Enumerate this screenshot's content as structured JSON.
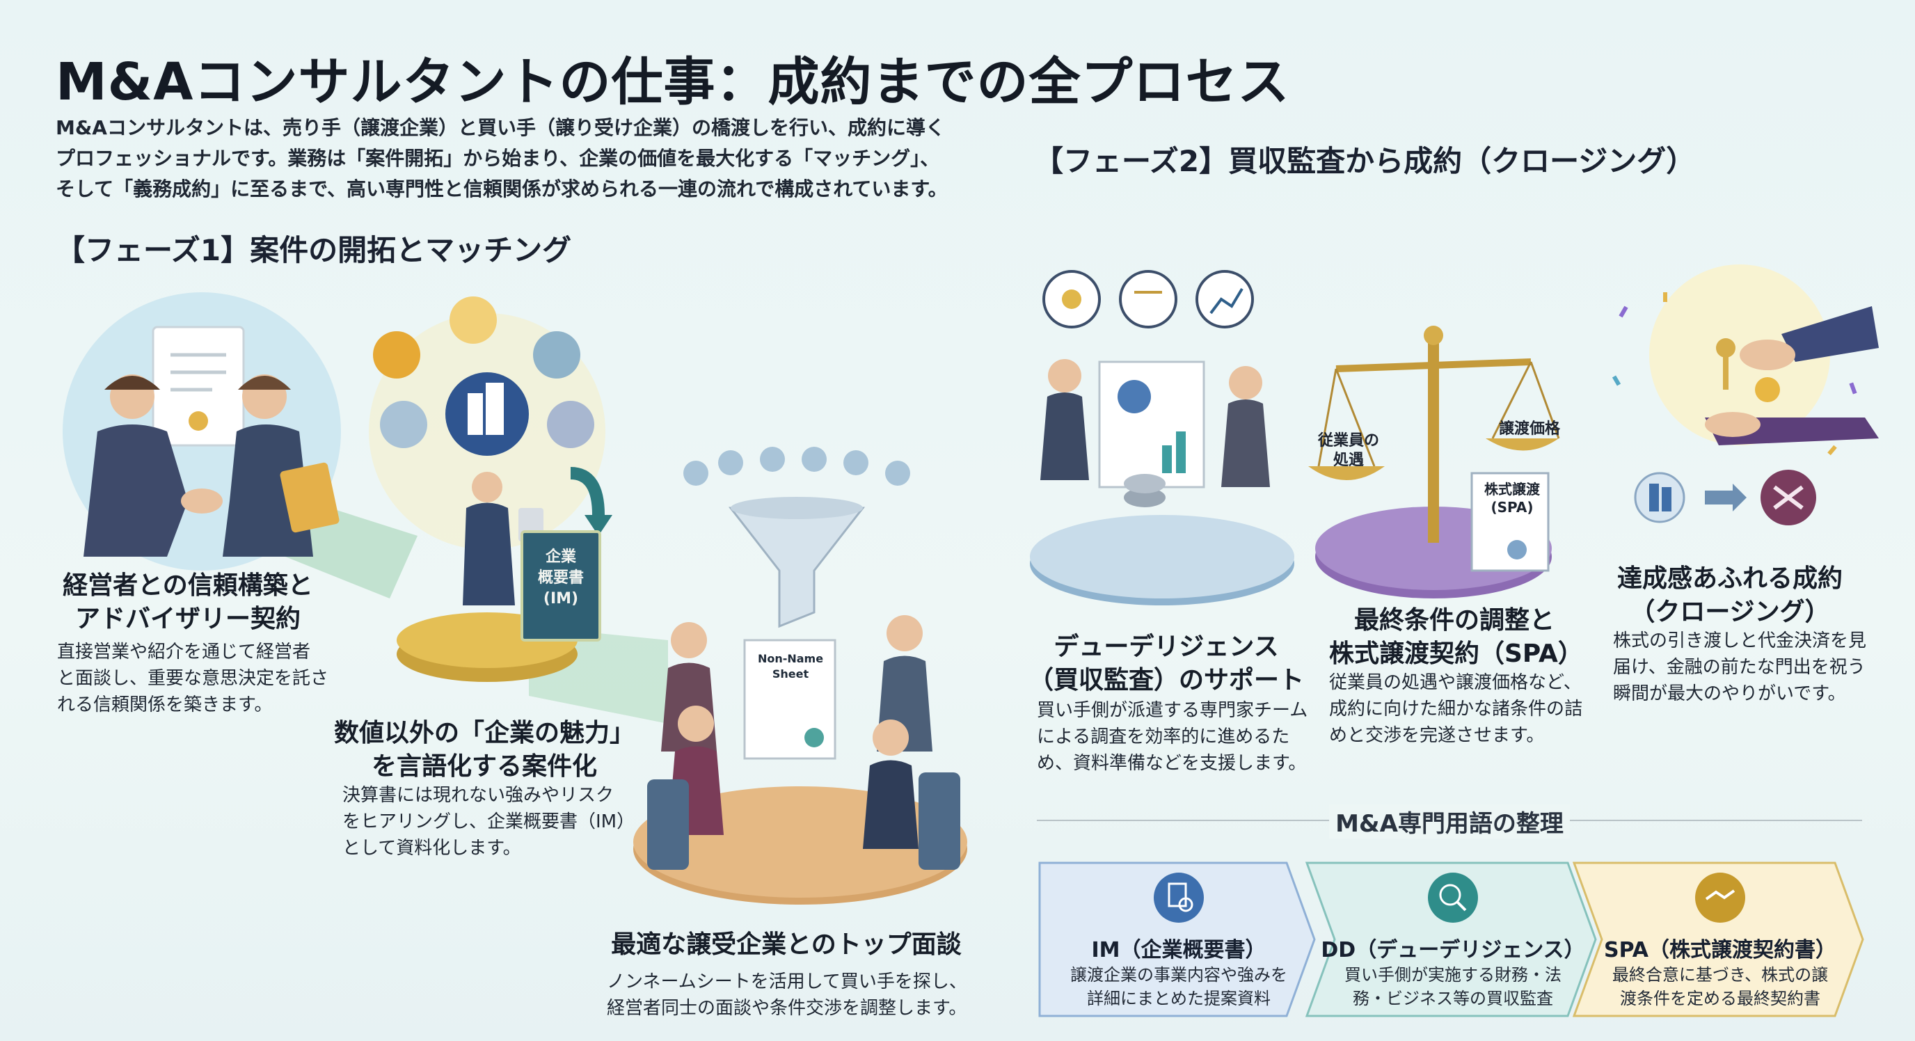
{
  "title": "M&Aコンサルタントの仕事：成約までの全プロセス",
  "intro": [
    "M&Aコンサルタントは、売り手（譲渡企業）と買い手（譲り受け企業）の橋渡しを行い、成約に導く",
    "プロフェッショナルです。業務は「案件開拓」から始まり、企業の価値を最大化する「マッチング」、",
    "そして「義務成約」に至るまで、高い専門性と信頼関係が求められる一連の流れで構成されています。"
  ],
  "phase1": {
    "heading": "【フェーズ1】案件の開拓とマッチング",
    "steps": [
      {
        "title": [
          "経営者との信頼構築と",
          "アドバイザリー契約"
        ],
        "body": [
          "直接営業や紹介を通じて経営者",
          "と面談し、重要な意思決定を託さ",
          "れる信頼関係を築きます。"
        ]
      },
      {
        "title": [
          "数値以外の「企業の魅力」",
          "を言語化する案件化"
        ],
        "body": [
          "決算書には現れない強みやリスク",
          "をヒアリングし、企業概要書（IM）",
          "として資料化します。"
        ]
      },
      {
        "title": [
          "最適な譲受企業とのトップ面談"
        ],
        "body": [
          "ノンネームシートを活用して買い手を探し、",
          "経営者同士の面談や条件交渉を調整します。"
        ]
      }
    ],
    "book_label": [
      "企業",
      "概要書",
      "(IM)"
    ],
    "sheet_label": [
      "Non-Name",
      "Sheet"
    ]
  },
  "phase2": {
    "heading": "【フェーズ2】買収監査から成約（クロージング）",
    "steps": [
      {
        "title": [
          "デューデリジェンス",
          "（買収監査）のサポート"
        ],
        "body": [
          "買い手側が派遣する専門家チーム",
          "による調査を効率的に進めるた",
          "め、資料準備などを支援します。"
        ]
      },
      {
        "title": [
          "最終条件の調整と",
          "株式譲渡契約（SPA）"
        ],
        "body": [
          "従業員の処遇や譲渡価格など、",
          "成約に向けた細かな諸条件の詰",
          "めと交渉を完遂させます。"
        ]
      },
      {
        "title": [
          "達成感あふれる成約",
          "（クロージング）"
        ],
        "body": [
          "株式の引き渡しと代金決済を見",
          "届け、金融の前たな門出を祝う",
          "瞬間が最大のやりがいです。"
        ]
      }
    ],
    "scale_left": [
      "従業員の",
      "処遇"
    ],
    "scale_right": "譲渡価格",
    "contract_label": [
      "株式譲渡",
      "(SPA)"
    ]
  },
  "glossary": {
    "heading": "M&A専門用語の整理",
    "items": [
      {
        "term": "IM（企業概要書）",
        "desc": [
          "譲渡企業の事業内容や強みを",
          "詳細にまとめた提案資料"
        ],
        "color": "#3d6fae",
        "icon": "document-gear-icon"
      },
      {
        "term": "DD（デューデリジェンス）",
        "desc": [
          "買い手側が実施する財務・法",
          "務・ビジネス等の買収監査"
        ],
        "color": "#2f8d8a",
        "icon": "magnifier-chart-icon"
      },
      {
        "term": "SPA（株式譲渡契約書）",
        "desc": [
          "最終合意に基づき、株式の譲",
          "渡条件を定める最終契約書"
        ],
        "color": "#c69a2c",
        "icon": "handshake-icon"
      }
    ]
  }
}
